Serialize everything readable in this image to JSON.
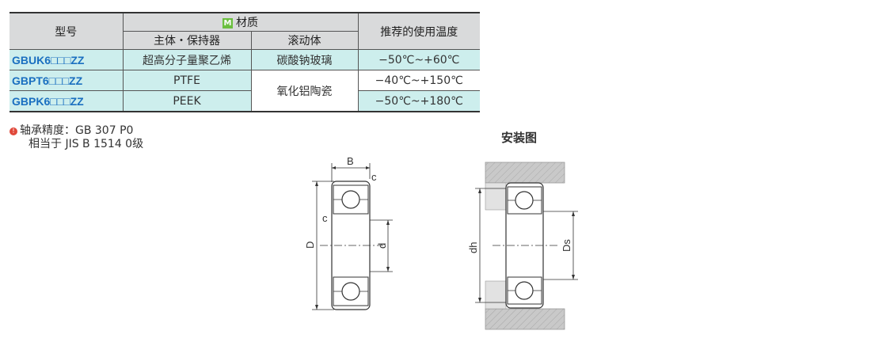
{
  "table": {
    "header": {
      "model": "型号",
      "material": "材质",
      "material_badge": "M",
      "body_retainer": "主体・保持器",
      "rolling_element": "滚动体",
      "temperature": "推荐的使用温度"
    },
    "rows": [
      {
        "model": "GBUK6□□□ZZ",
        "body": "超高分子量聚乙烯",
        "rolling": "碳酸钠玻璃",
        "temp": "−50℃~+60℃"
      },
      {
        "model": "GBPT6□□□ZZ",
        "body": "PTFE",
        "rolling": "氧化铝陶瓷",
        "temp": "−40℃~+150℃"
      },
      {
        "model": "GBPK6□□□ZZ",
        "body": "PEEK",
        "temp": "−50℃~+180℃"
      }
    ]
  },
  "note": {
    "icon": "warning-icon",
    "line1": "轴承精度：GB 307  P0",
    "line2": "相当于    JIS B 1514 0级"
  },
  "install_title": "安装图",
  "diagram_labels": {
    "B": "B",
    "c_top": "c",
    "c_side": "c",
    "D": "D",
    "d": "d",
    "dh": "dh",
    "Ds": "Ds"
  },
  "colors": {
    "model_text": "#1a6fc0",
    "teal_cell": "#cdeeed",
    "header_bg": "#d9dadb",
    "badge": "#6bbf3f"
  }
}
